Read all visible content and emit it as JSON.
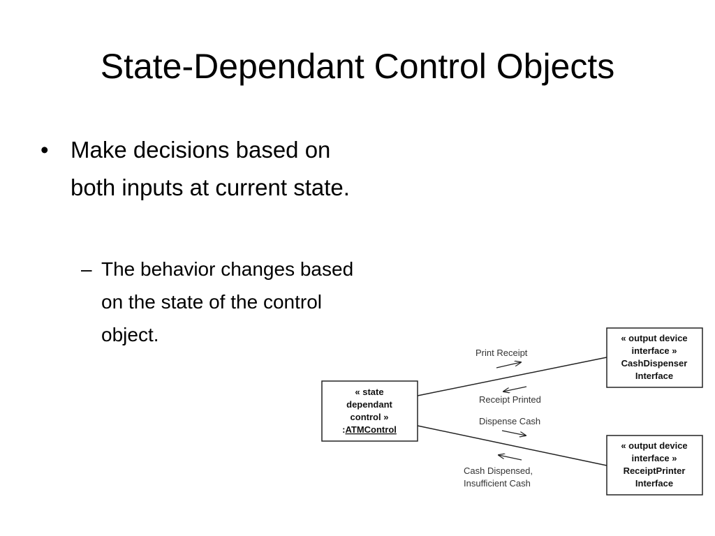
{
  "slide": {
    "title": "State-Dependant Control Objects",
    "bullet_glyph": "•",
    "bullet": "Make decisions based on both inputs at current state.",
    "sub_bullet_glyph": "–",
    "sub_bullet": "The behavior changes based on the state of the control object."
  },
  "diagram": {
    "control": {
      "lines": [
        "« state",
        "dependant",
        "control »"
      ],
      "prefix": ":",
      "name": "ATMControl"
    },
    "cash_dispenser": {
      "lines": [
        "« output device",
        "interface »",
        "CashDispenser",
        "Interface"
      ]
    },
    "receipt_printer": {
      "lines": [
        "« output device",
        "interface »",
        "ReceiptPrinter",
        "Interface"
      ]
    },
    "messages": {
      "print_receipt": "Print Receipt",
      "receipt_printed": "Receipt Printed",
      "dispense_cash": "Dispense Cash",
      "cash_dispensed_1": "Cash Dispensed,",
      "cash_dispensed_2": "Insufficient Cash"
    },
    "colors": {
      "line": "#222222",
      "box_border": "#222222",
      "text": "#333333"
    }
  }
}
